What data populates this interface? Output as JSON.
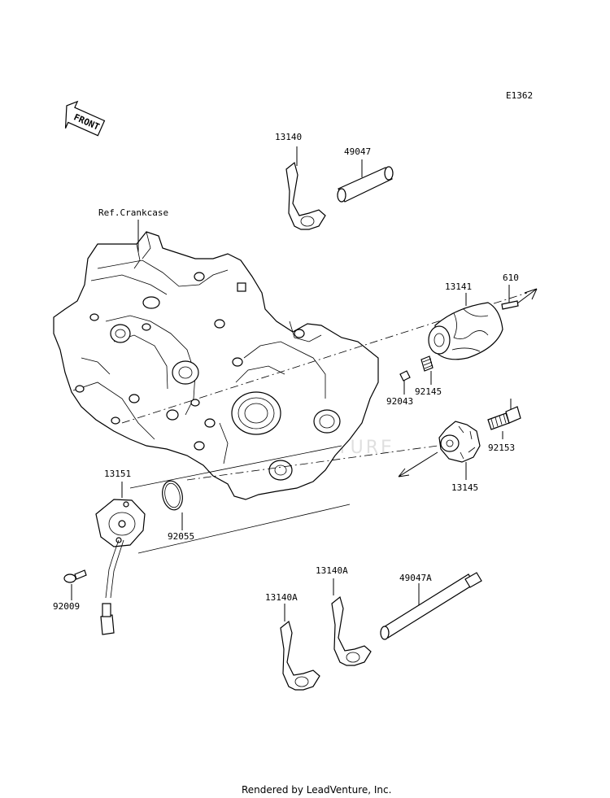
{
  "diagram_code": "E1362",
  "front_label": "FRONT",
  "ref_label": "Ref.Crankcase",
  "watermark": "LEADVENTURE",
  "footer": "Rendered by LeadVenture, Inc.",
  "parts": {
    "p13140": "13140",
    "p49047": "49047",
    "p610": "610",
    "p13141": "13141",
    "p92145": "92145",
    "p92043": "92043",
    "p92153": "92153",
    "p13145": "13145",
    "p13151": "13151",
    "p92055": "92055",
    "p92009": "92009",
    "p13140A_top": "13140A",
    "p13140A_left": "13140A",
    "p49047A": "49047A"
  }
}
